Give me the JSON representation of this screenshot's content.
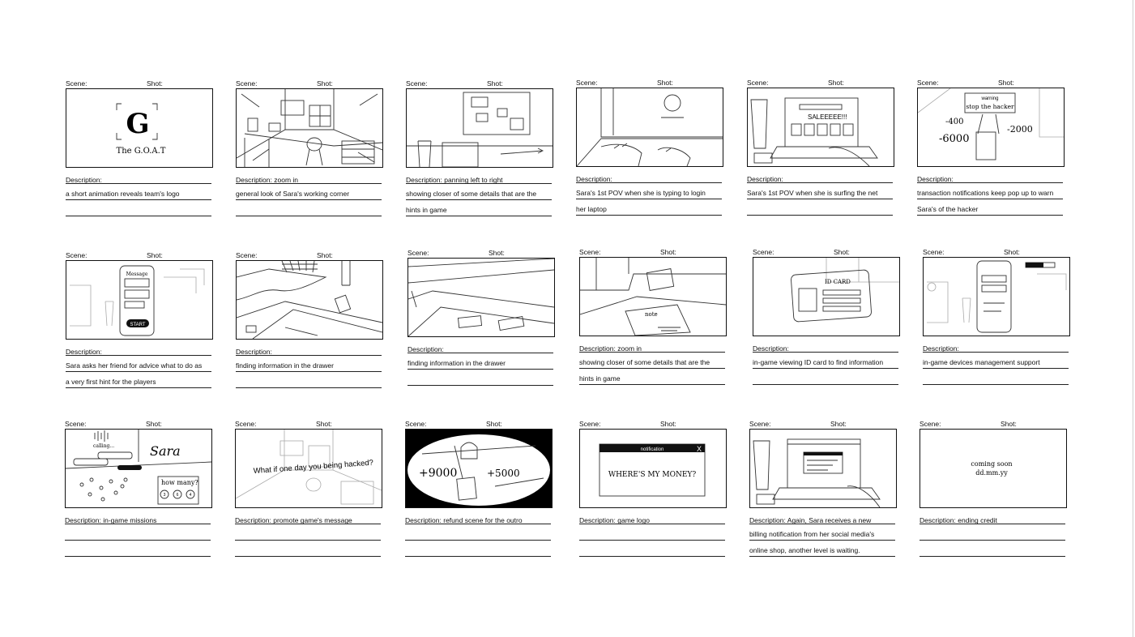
{
  "labels": {
    "scene": "Scene:",
    "shot": "Shot:"
  },
  "panels": [
    {
      "lines": [
        "Description:",
        "a short animation reveals team's logo",
        ""
      ],
      "sketch": {
        "logo_letter": "G",
        "logo_text": "The G.O.A.T"
      }
    },
    {
      "lines": [
        "Description: zoom in",
        "general look of Sara's working corner",
        ""
      ]
    },
    {
      "lines": [
        "Description: panning left to right",
        "showing closer of some details that are the",
        "hints in game"
      ]
    },
    {
      "lines": [
        "Description:",
        "Sara's 1st POV when she is typing to login",
        "her laptop"
      ]
    },
    {
      "lines": [
        "Description:",
        "Sara's 1st POV when she is surfing the net",
        ""
      ],
      "sketch": {
        "sale": "SALEEEEE!!!"
      }
    },
    {
      "lines": [
        "Description:",
        "transaction notifications keep pop up to warn",
        "Sara's of the hacker"
      ],
      "sketch": {
        "warning": "warning",
        "stop": "stop the hacker",
        "n1": "-400",
        "n2": "-6000",
        "n3": "-2000"
      }
    },
    {
      "lines": [
        "Description:",
        "Sara asks her friend for advice what to do as",
        "a very first hint for the players"
      ],
      "sketch": {
        "message": "Message",
        "start": "START"
      }
    },
    {
      "lines": [
        "Description:",
        "finding information in the drawer",
        ""
      ]
    },
    {
      "lines": [
        "Description:",
        "finding information in the drawer",
        ""
      ]
    },
    {
      "lines": [
        "Description: zoom in",
        "showing closer of some details that are the",
        "hints in game"
      ],
      "sketch": {
        "note": "note"
      }
    },
    {
      "lines": [
        "Description:",
        "in-game viewing ID card to find information",
        ""
      ],
      "sketch": {
        "id": "ID CARD"
      }
    },
    {
      "lines": [
        "Description:",
        "in-game devices management support",
        ""
      ]
    },
    {
      "lines": [
        "Description: in-game missions",
        "",
        ""
      ],
      "sketch": {
        "calling": "calling...",
        "sara": "Sara",
        "howmany": "how many?",
        "btn1": "3",
        "btn2": "6",
        "btn3": "4"
      }
    },
    {
      "lines": [
        "Description: promote game's message",
        "",
        ""
      ],
      "sketch": {
        "headline": "What if one day you being hacked?"
      }
    },
    {
      "lines": [
        "Description: refund scene for the outro",
        "",
        ""
      ],
      "sketch": {
        "p1": "+9000",
        "p2": "+5000"
      }
    },
    {
      "lines": [
        "Description: game logo",
        "",
        ""
      ],
      "sketch": {
        "title": "notification",
        "close": "X",
        "msg": "WHERE'S MY MONEY?"
      }
    },
    {
      "lines": [
        "Description: Again, Sara receives a new",
        "billing notification from her social media's",
        "online shop, another level is waiting."
      ]
    },
    {
      "lines": [
        "Description: ending credit",
        "",
        ""
      ],
      "sketch": {
        "l1": "coming soon",
        "l2": "dd.mm.yy"
      }
    }
  ]
}
